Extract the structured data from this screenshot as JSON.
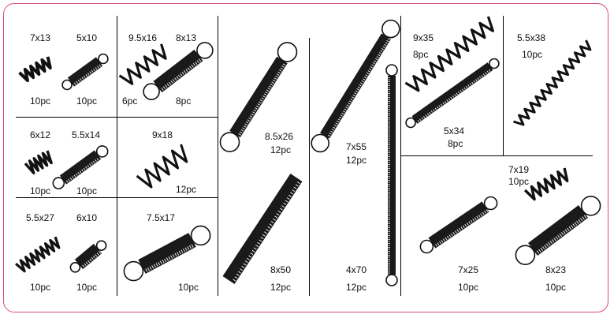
{
  "border_color": "#d84a86",
  "items": [
    {
      "size": "7x13",
      "qty": "10pc"
    },
    {
      "size": "5x10",
      "qty": "10pc"
    },
    {
      "size": "9.5x16",
      "qty": "6pc"
    },
    {
      "size": "8x13",
      "qty": "8pc"
    },
    {
      "size": "6x12",
      "qty": "10pc"
    },
    {
      "size": "5.5x14",
      "qty": "10pc"
    },
    {
      "size": "9x18",
      "qty": "12pc"
    },
    {
      "size": "5.5x27",
      "qty": "10pc"
    },
    {
      "size": "6x10",
      "qty": "10pc"
    },
    {
      "size": "7.5x17",
      "qty": "10pc"
    },
    {
      "size": "8.5x26",
      "qty": "12pc"
    },
    {
      "size": "8x50",
      "qty": "12pc"
    },
    {
      "size": "7x55",
      "qty": "12pc"
    },
    {
      "size": "4x70",
      "qty": "12pc"
    },
    {
      "size": "9x35",
      "qty": "8pc"
    },
    {
      "size": "5x34",
      "qty": "8pc"
    },
    {
      "size": "5.5x38",
      "qty": "10pc"
    },
    {
      "size": "7x19",
      "qty": "10pc"
    },
    {
      "size": "7x25",
      "qty": "10pc"
    },
    {
      "size": "8x23",
      "qty": "10pc"
    }
  ]
}
